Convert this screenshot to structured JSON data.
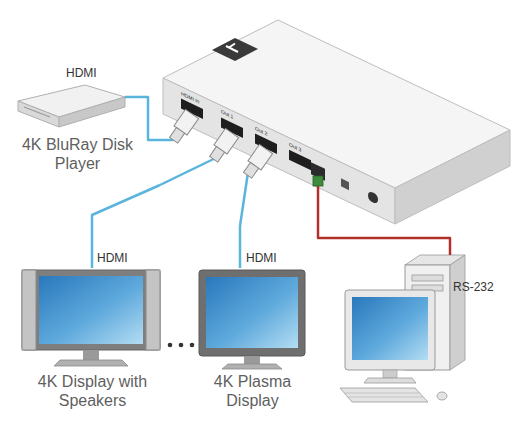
{
  "diagram": {
    "nodes": [
      {
        "text": [
          "4K BluRay Disk Player"
        ]
      },
      {
        "text": [
          "HDMI In",
          "Out 1",
          "Out 2",
          "Out 3"
        ]
      },
      {
        "text": [
          "4K Display with Speakers"
        ]
      },
      {
        "text": [
          "4K Plasma Display"
        ]
      },
      {
        "text": []
      }
    ],
    "edges": [
      {
        "from": 0,
        "to": 1,
        "label": "HDMI",
        "arrow": "none"
      },
      {
        "from": 1,
        "to": 2,
        "label": "HDMI",
        "arrow": "none"
      },
      {
        "from": 1,
        "to": 3,
        "label": "HDMI",
        "arrow": "none"
      },
      {
        "from": 4,
        "to": 1,
        "label": "RS-232",
        "arrow": "none"
      }
    ]
  }
}
